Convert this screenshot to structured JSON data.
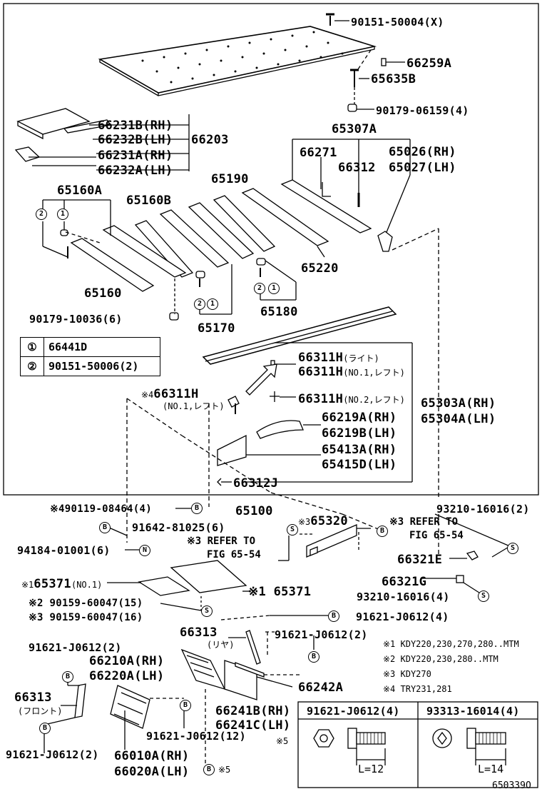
{
  "parts": {
    "p90151_50004": "90151-50004(X)",
    "p66259A": "66259A",
    "p65635B": "65635B",
    "p90179_06159": "90179-06159(4)",
    "p66231B": "66231B(RH)",
    "p66232B": "66232B(LH)",
    "p66203": "66203",
    "p66231A": "66231A(RH)",
    "p66232A": "66232A(LH)",
    "p65307A": "65307A",
    "p66271": "66271",
    "p66312": "66312",
    "p65026": "65026(RH)",
    "p65027": "65027(LH)",
    "p65190": "65190",
    "p65160A": "65160A",
    "p65160B": "65160B",
    "p65160": "65160",
    "p65220": "65220",
    "p90179_10036": "90179-10036(6)",
    "p65180": "65180",
    "p65170": "65170",
    "p66311H_a_num": "66311H",
    "p66311H_a_note": "(ライト)",
    "p66311H_b_num": "66311H",
    "p66311H_b_note": "(NO.1,レフト)",
    "p66311H_c_prefix": "※4",
    "p66311H_c_num": "66311H",
    "p66311H_c_note": "(NO.1,レフト)",
    "p66311H_d_num": "66311H",
    "p66311H_d_note": "(NO.2,レフト)",
    "p65303A": "65303A(RH)",
    "p65304A": "65304A(LH)",
    "p66219A": "66219A(RH)",
    "p66219B": "66219B(LH)",
    "p65413A": "65413A(RH)",
    "p65415D": "65415D(LH)",
    "p66312J": "66312J",
    "p90119_08464": "※490119-08464(4)",
    "p65100": "65100",
    "p93210_16016_2": "93210-16016(2)",
    "p91642_81025": "91642-81025(6)",
    "p65320_prefix": "※3",
    "p65320": "65320",
    "p94184_01001": "94184-01001(6)",
    "refer_a_1": "※3 REFER TO",
    "refer_a_2": "FIG 65-54",
    "refer_b_1": "※3 REFER TO",
    "refer_b_2": "FIG 65-54",
    "p66321E": "66321E",
    "p66321G": "66321G",
    "p93210_16016_4": "93210-16016(4)",
    "p65371_no1_prefix": "※1",
    "p65371_no1": "65371",
    "p65371_no1_note": "(NO.1)",
    "p65371": "※1 65371",
    "p90159_60047_15": "※2 90159-60047(15)",
    "p90159_60047_16": "※3 90159-60047(16)",
    "p91621_J0612_4": "91621-J0612(4)",
    "p66313_rear": "66313",
    "p66313_rear_note": "(リヤ)",
    "p91621_J0612_2_mid": "91621-J0612(2)",
    "p91621_J0612_2_left": "91621-J0612(2)",
    "p66210A": "66210A(RH)",
    "p66220A": "66220A(LH)",
    "p66242A": "66242A",
    "p66313_front": "66313",
    "p66313_front_note": "(フロント)",
    "p66241B": "66241B(RH)",
    "p66241C": "66241C(LH)",
    "p91621_J0612_12": "91621-J0612(12)",
    "p91621_J0612_2_bottom": "91621-J0612(2)",
    "p66010A": "66010A(RH)",
    "p66020A": "66020A(LH)",
    "p_s5": "※5"
  },
  "legend_table": [
    {
      "sym": "①",
      "part": "66441D"
    },
    {
      "sym": "②",
      "part": "90151-50006(2)"
    }
  ],
  "notes": [
    "※1  KDY220,230,270,280..MTM",
    "※2  KDY220,230,280..MTM",
    "※3  KDY270",
    "※4  TRY231,281"
  ],
  "fastener_table": {
    "marker": "※5",
    "col1_head": "91621-J0612(4)",
    "col2_head": "93313-16014(4)",
    "col1_len": "L=12",
    "col2_len": "L=14"
  },
  "symbols": {
    "b": "B",
    "s": "S",
    "n": "N",
    "c1": "1",
    "c2": "2"
  },
  "figure_id": "650339O"
}
